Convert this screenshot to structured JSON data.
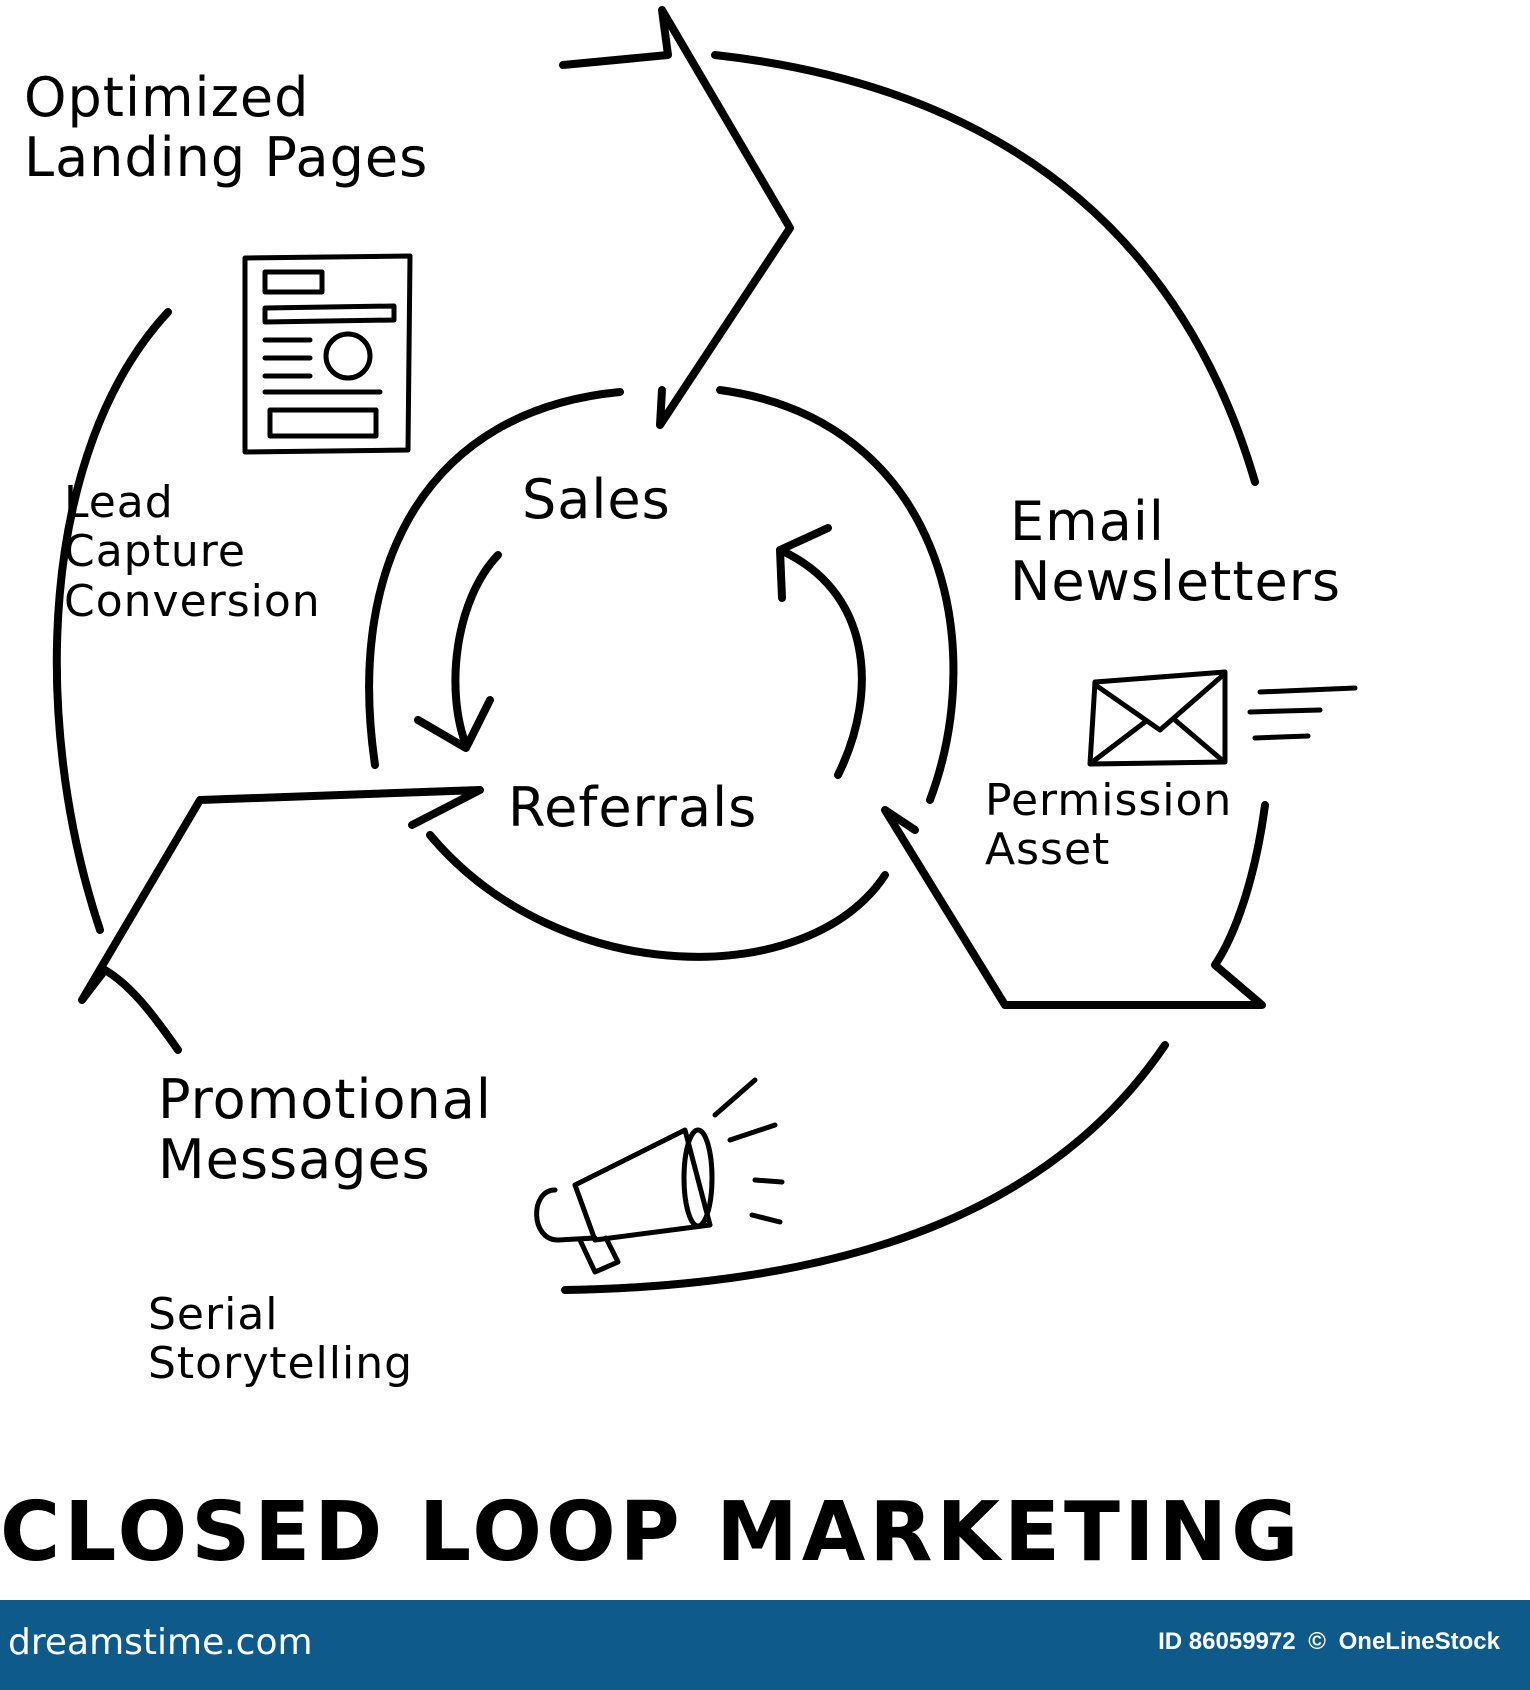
{
  "diagram": {
    "title": "CLOSED LOOP MARKETING",
    "center": {
      "top_label": "Sales",
      "bottom_label": "Referrals"
    },
    "stages": [
      {
        "heading_lines": [
          "Optimized",
          "Landing Pages"
        ],
        "detail_lines": [
          "Lead",
          "Capture",
          "Conversion"
        ],
        "icon": "landing-page-icon"
      },
      {
        "heading_lines": [
          "Email",
          "Newsletters"
        ],
        "detail_lines": [
          "Permission",
          "Asset"
        ],
        "icon": "envelope-icon"
      },
      {
        "heading_lines": [
          "Promotional",
          "Messages"
        ],
        "detail_lines": [
          "Serial",
          "Storytelling"
        ],
        "icon": "megaphone-icon"
      }
    ],
    "colors": {
      "ink": "#000000",
      "background": "#ffffff",
      "footer": "#0e5a8a"
    }
  },
  "footer": {
    "brand": "dreamstime.com",
    "id_label": "ID 86059972",
    "separator": "©",
    "author": "OneLineStock"
  }
}
